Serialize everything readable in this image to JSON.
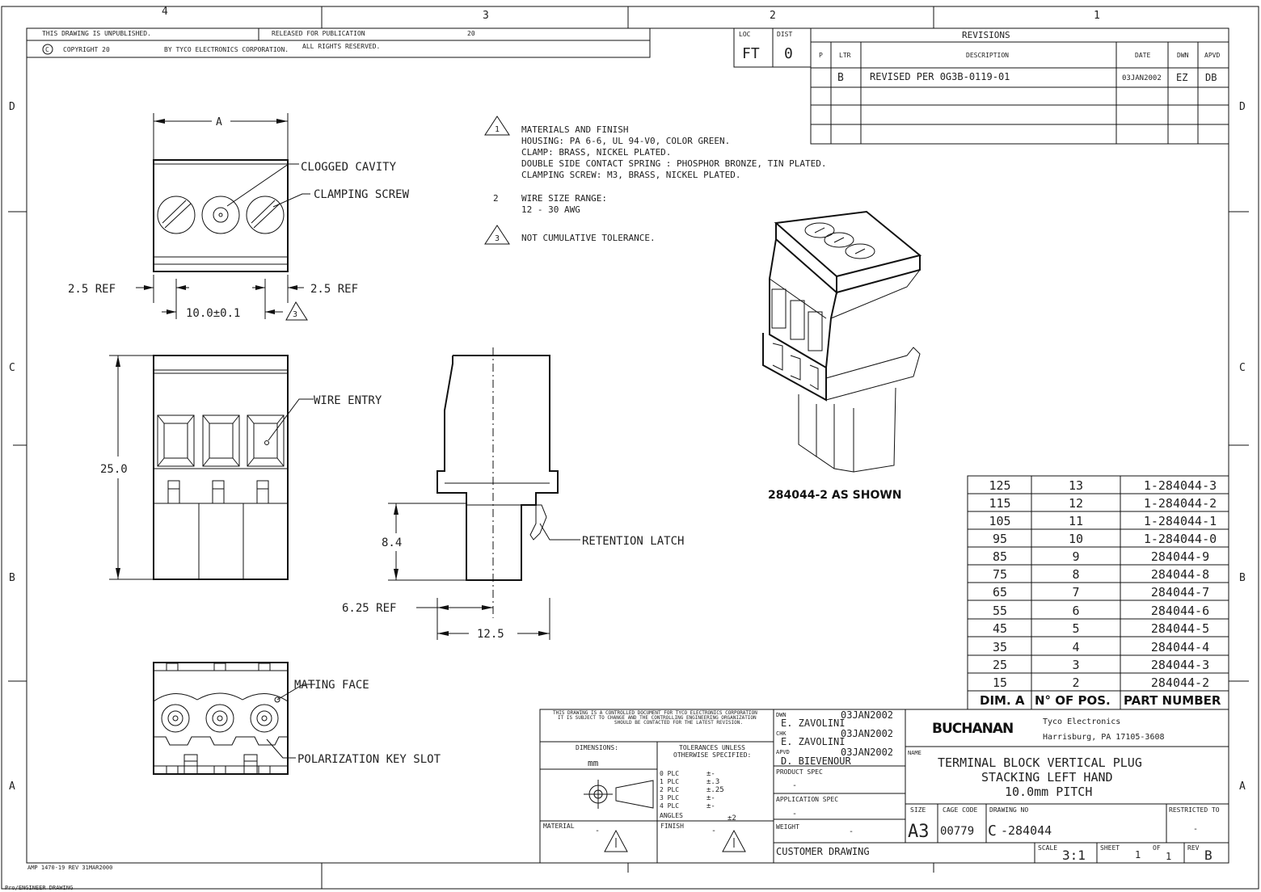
{
  "zones": {
    "top": [
      "4",
      "3",
      "2",
      "1"
    ],
    "side": [
      "D",
      "C",
      "B",
      "A"
    ]
  },
  "header": {
    "unpublished": "THIS DRAWING IS UNPUBLISHED.",
    "copyright": "COPYRIGHT 20",
    "by": "BY TYCO ELECTRONICS CORPORATION.",
    "released": "RELEASED FOR PUBLICATION",
    "rights": "ALL RIGHTS RESERVED.",
    "year": "20",
    "loc_label": "LOC",
    "loc": "FT",
    "dist_label": "DIST",
    "dist": "0"
  },
  "revisions": {
    "title": "REVISIONS",
    "col_p": "P",
    "col_ltr": "LTR",
    "col_desc": "DESCRIPTION",
    "col_date": "DATE",
    "col_dwn": "DWN",
    "col_apvd": "APVD",
    "rows": [
      {
        "ltr": "B",
        "desc": "REVISED PER 0G3B-0119-01",
        "date": "03JAN2002",
        "dwn": "EZ",
        "apvd": "DB"
      }
    ]
  },
  "notes": {
    "n1": [
      "MATERIALS AND FINISH",
      "HOUSING: PA 6-6, UL 94-V0, COLOR GREEN.",
      "CLAMP: BRASS, NICKEL PLATED.",
      "DOUBLE SIDE CONTACT SPRING : PHOSPHOR BRONZE, TIN PLATED.",
      "CLAMPING SCREW: M3, BRASS, NICKEL PLATED."
    ],
    "n2_num": "2",
    "n2": [
      "WIRE SIZE RANGE:",
      "12 - 30 AWG"
    ],
    "n3": "NOT CUMULATIVE TOLERANCE.",
    "flag1": "1",
    "flag3": "3"
  },
  "labels": {
    "dim_a": "A",
    "clogged_cavity": "CLOGGED CAVITY",
    "clamping_screw": "CLAMPING SCREW",
    "ref_left": "2.5 REF",
    "ref_right": "2.5 REF",
    "pitch": "10.0±0.1",
    "pitch_flag": "3",
    "wire_entry": "WIRE ENTRY",
    "height": "25.0",
    "side_h": "8.4",
    "retention_latch": "RETENTION LATCH",
    "ref_side": "6.25 REF",
    "side_w": "12.5",
    "mating_face": "MATING FACE",
    "polarization": "POLARIZATION KEY SLOT",
    "iso_caption": "284044-2 AS SHOWN"
  },
  "dim_table": {
    "headers": [
      "DIM. A",
      "N° OF POS.",
      "PART NUMBER"
    ],
    "rows": [
      [
        "125",
        "13",
        "1-284044-3"
      ],
      [
        "115",
        "12",
        "1-284044-2"
      ],
      [
        "105",
        "11",
        "1-284044-1"
      ],
      [
        "95",
        "10",
        "1-284044-0"
      ],
      [
        "85",
        "9",
        "284044-9"
      ],
      [
        "75",
        "8",
        "284044-8"
      ],
      [
        "65",
        "7",
        "284044-7"
      ],
      [
        "55",
        "6",
        "284044-6"
      ],
      [
        "45",
        "5",
        "284044-5"
      ],
      [
        "35",
        "4",
        "284044-4"
      ],
      [
        "25",
        "3",
        "284044-3"
      ],
      [
        "15",
        "2",
        "284044-2"
      ]
    ]
  },
  "titleblock": {
    "control": [
      "THIS DRAWING IS A CONTROLLED DOCUMENT FOR TYCO ELECTRONICS CORPORATION",
      "IT IS SUBJECT TO CHANGE AND THE CONTROLLING ENGINEERING ORGANIZATION",
      "SHOULD BE CONTACTED FOR THE LATEST REVISION."
    ],
    "dimensions_label": "DIMENSIONS:",
    "units": "mm",
    "tol_title": [
      "TOLERANCES UNLESS",
      "OTHERWISE SPECIFIED:"
    ],
    "tol_rows": [
      [
        "0 PLC",
        "±-"
      ],
      [
        "1 PLC",
        "±.3"
      ],
      [
        "2 PLC",
        "±.25"
      ],
      [
        "3 PLC",
        "±-"
      ],
      [
        "4 PLC",
        "±-"
      ],
      [
        "ANGLES",
        "±2"
      ]
    ],
    "material_label": "MATERIAL",
    "material": "-",
    "finish_label": "FINISH",
    "finish": "-",
    "dwn_label": "DWN",
    "dwn_name": "E. ZAVOLINI",
    "dwn_date": "03JAN2002",
    "chk_label": "CHK",
    "chk_name": "E. ZAVOLINI",
    "chk_date": "03JAN2002",
    "apvd_label": "APVD",
    "apvd_name": "D. BIEVENOUR",
    "apvd_date": "03JAN2002",
    "product_spec_label": "PRODUCT SPEC",
    "product_spec": "-",
    "app_spec_label": "APPLICATION SPEC",
    "app_spec": "-",
    "weight_label": "WEIGHT",
    "weight": "-",
    "customer": "CUSTOMER DRAWING",
    "logo": "BUCHANAN",
    "company": "Tyco Electronics",
    "address": "Harrisburg, PA 17105-3608",
    "name_label": "NAME",
    "name": [
      "TERMINAL BLOCK VERTICAL PLUG",
      "STACKING LEFT HAND",
      "10.0mm PITCH"
    ],
    "size_label": "SIZE",
    "size": "A3",
    "cage_label": "CAGE CODE",
    "cage": "00779",
    "dwg_label": "DRAWING NO",
    "dwg_prefix": "C",
    "dwg": "-284044",
    "restricted_label": "RESTRICTED TO",
    "restricted": "-",
    "scale_label": "SCALE",
    "scale": "3:1",
    "sheet_label": "SHEET",
    "sheet": "1",
    "of_label": "OF",
    "of": "1",
    "rev_label": "REV",
    "rev": "B"
  },
  "footer": {
    "form": "AMP 1470-19 REV 31MAR2000",
    "software": "Pro/ENGINEER DRAWING"
  }
}
